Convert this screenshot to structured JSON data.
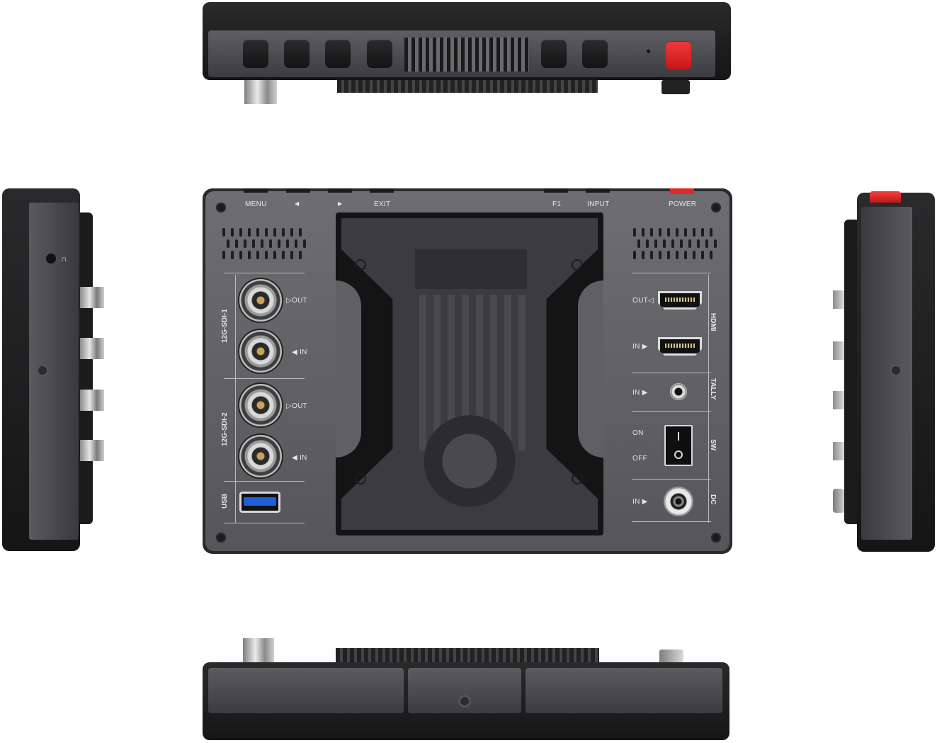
{
  "top_buttons": [
    "MENU",
    "◀",
    "▶",
    "EXIT",
    "F1",
    "INPUT",
    "POWER"
  ],
  "left_group": {
    "sdi1_label": "12G-SDI-1",
    "sdi2_label": "12G-SDI-2",
    "usb_label": "USB",
    "out_label": "▷OUT",
    "in_label": "◀ IN"
  },
  "right_group": {
    "hdmi_label": "HDMI",
    "tally_label": "TALLY",
    "sw_label": "SW",
    "dc_label": "DC",
    "hdmi_out_label": "OUT◁",
    "hdmi_in_label": "IN ▶",
    "tally_in_label": "IN ▶",
    "sw_on_label": "ON",
    "sw_off_label": "OFF",
    "dc_in_label": "IN ▶"
  },
  "colors": {
    "body": "#1a1a1b",
    "panel": "#636368",
    "power_button": "#e02020",
    "usb_blue": "#1e5fd8"
  }
}
